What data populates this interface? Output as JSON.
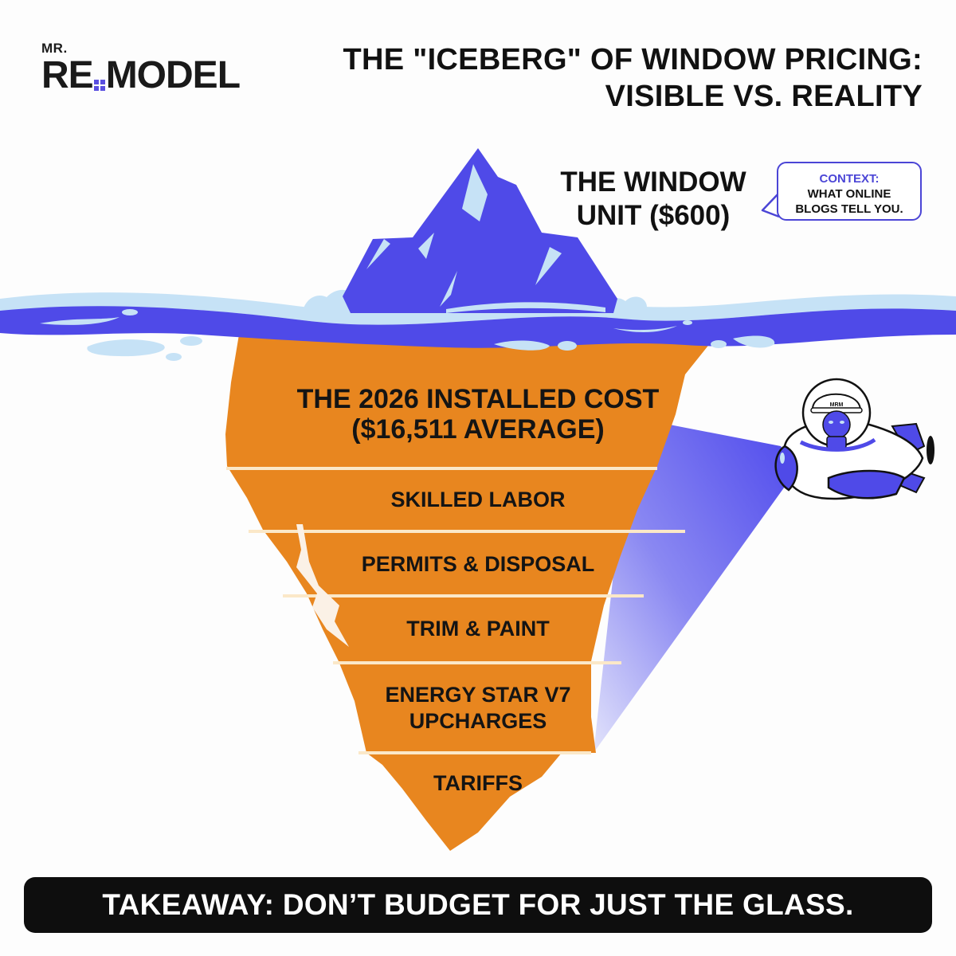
{
  "logo": {
    "line1": "MR.",
    "line2_left": "RE",
    "line2_right": "MODEL",
    "window_icon_color": "#5a4fe0"
  },
  "header": {
    "title_line1": "THE \"ICEBERG\" OF WINDOW PRICING:",
    "title_line2": "VISIBLE VS. REALITY"
  },
  "tip": {
    "label_line1": "THE WINDOW",
    "label_line2": "UNIT ($600)",
    "price": "$600"
  },
  "bubble": {
    "heading": "CONTEXT:",
    "line1": "WHAT ONLINE",
    "line2": "BLOGS TELL YOU."
  },
  "underwater": {
    "main_line1": "THE 2026 INSTALLED COST",
    "main_line2": "($16,511 AVERAGE)",
    "average_cost": "$16,511",
    "layers": [
      {
        "label": "SKILLED LABOR"
      },
      {
        "label": "PERMITS & DISPOSAL"
      },
      {
        "label": "TRIM & PAINT"
      },
      {
        "label_line1": "ENERGY STAR V7",
        "label_line2": "UPCHARGES"
      },
      {
        "label": "TARIFFS"
      }
    ]
  },
  "mascot": {
    "helmet_text": "MRM"
  },
  "takeaway": {
    "text": "TAKEAWAY: DON’T BUDGET FOR JUST THE GLASS."
  },
  "colors": {
    "ice_blue": "#4f4ae8",
    "ice_highlight": "#bfe0f5",
    "water": "#4f4ae8",
    "foam": "#c6e2f6",
    "underwater_orange": "#e8861f",
    "divider": "#fbe8c8",
    "takeaway_bg": "#0e0e0e"
  }
}
